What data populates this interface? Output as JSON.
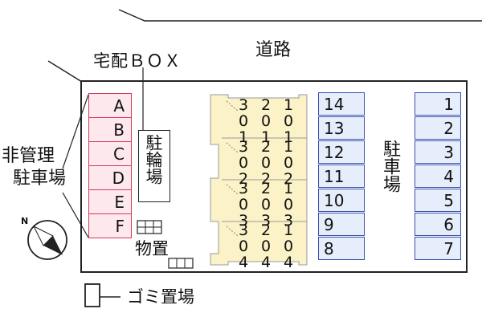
{
  "road": {
    "label": "道路"
  },
  "delivery_box": {
    "label": "宅配ＢＯＸ"
  },
  "unmanaged_parking": {
    "label_line1": "非管理",
    "label_line2": "駐車場",
    "slots": [
      "A",
      "B",
      "C",
      "D",
      "E",
      "F"
    ]
  },
  "bike_parking": {
    "label": "駐輪場"
  },
  "storage": {
    "label": "物置"
  },
  "building": {
    "units": [
      [
        "301",
        "201",
        "101"
      ],
      [
        "302",
        "202",
        "102"
      ],
      [
        "303",
        "203",
        "103"
      ],
      [
        "304",
        "204",
        "104"
      ]
    ]
  },
  "parking": {
    "label": "駐車場",
    "middle_column": [
      "14",
      "13",
      "12",
      "11",
      "10",
      "9",
      "8"
    ],
    "right_column": [
      "1",
      "2",
      "3",
      "4",
      "5",
      "6",
      "7"
    ]
  },
  "garbage": {
    "label": "ゴミ置場"
  },
  "compass": {
    "label": "N"
  },
  "colors": {
    "unmanaged_fill": "#fde8ee",
    "unmanaged_border": "#d23a5a",
    "parking_fill": "#e6eefb",
    "parking_border": "#3a4fb0",
    "building_fill": "#fbf2c8"
  }
}
